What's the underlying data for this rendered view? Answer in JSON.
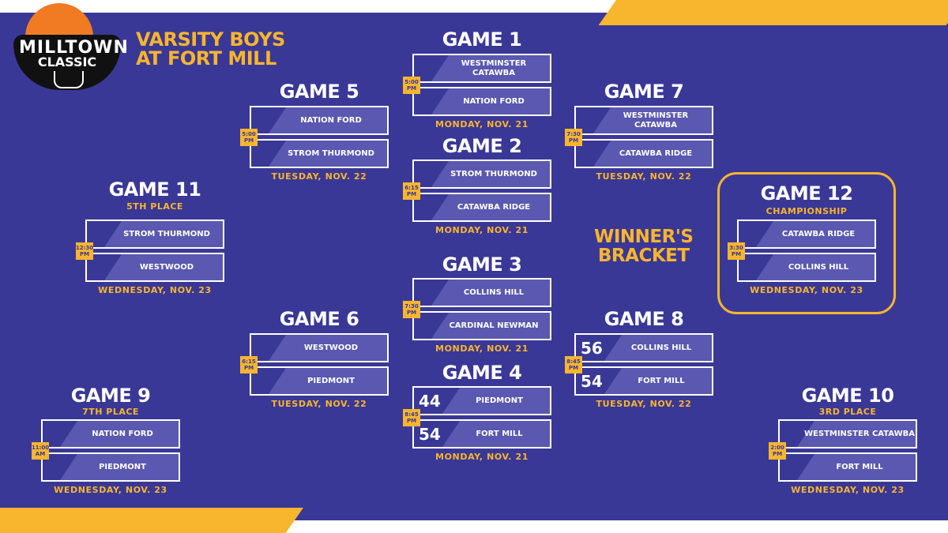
{
  "logo": {
    "line1": "MILLTOWN",
    "line2": "CLASSIC"
  },
  "title": {
    "line1": "VARSITY BOYS",
    "line2": "AT FORT MILL"
  },
  "winners_bracket": {
    "line1": "WINNER'S",
    "line2": "BRACKET"
  },
  "games": [
    {
      "title": "GAME 1",
      "subtitle": "",
      "time": [
        "5:00",
        "PM"
      ],
      "date": "MONDAY, NOV. 21",
      "teams": [
        {
          "name": "WESTMINSTER CATAWBA",
          "score": ""
        },
        {
          "name": "NATION FORD",
          "score": ""
        }
      ]
    },
    {
      "title": "GAME 2",
      "subtitle": "",
      "time": [
        "6:15",
        "PM"
      ],
      "date": "MONDAY, NOV. 21",
      "teams": [
        {
          "name": "STROM THURMOND",
          "score": ""
        },
        {
          "name": "CATAWBA RIDGE",
          "score": ""
        }
      ]
    },
    {
      "title": "GAME 3",
      "subtitle": "",
      "time": [
        "7:30",
        "PM"
      ],
      "date": "MONDAY, NOV. 21",
      "teams": [
        {
          "name": "COLLINS HILL",
          "score": ""
        },
        {
          "name": "CARDINAL NEWMAN",
          "score": ""
        }
      ]
    },
    {
      "title": "GAME 4",
      "subtitle": "",
      "time": [
        "8:45",
        "PM"
      ],
      "date": "MONDAY, NOV. 21",
      "teams": [
        {
          "name": "PIEDMONT",
          "score": "44"
        },
        {
          "name": "FORT MILL",
          "score": "54"
        }
      ]
    },
    {
      "title": "GAME 5",
      "subtitle": "",
      "time": [
        "5:00",
        "PM"
      ],
      "date": "TUESDAY, NOV. 22",
      "teams": [
        {
          "name": "NATION FORD",
          "score": ""
        },
        {
          "name": "STROM THURMOND",
          "score": ""
        }
      ]
    },
    {
      "title": "GAME 6",
      "subtitle": "",
      "time": [
        "6:15",
        "PM"
      ],
      "date": "TUESDAY, NOV. 22",
      "teams": [
        {
          "name": "WESTWOOD",
          "score": ""
        },
        {
          "name": "PIEDMONT",
          "score": ""
        }
      ]
    },
    {
      "title": "GAME 7",
      "subtitle": "",
      "time": [
        "7:30",
        "PM"
      ],
      "date": "TUESDAY, NOV. 22",
      "teams": [
        {
          "name": "WESTMINSTER CATAWBA",
          "score": ""
        },
        {
          "name": "CATAWBA RIDGE",
          "score": ""
        }
      ]
    },
    {
      "title": "GAME 8",
      "subtitle": "",
      "time": [
        "8:45",
        "PM"
      ],
      "date": "TUESDAY, NOV. 22",
      "teams": [
        {
          "name": "COLLINS HILL",
          "score": "56"
        },
        {
          "name": "FORT MILL",
          "score": "54"
        }
      ]
    },
    {
      "title": "GAME 9",
      "subtitle": "7TH PLACE",
      "time": [
        "11:00",
        "AM"
      ],
      "date": "WEDNESDAY, NOV. 23",
      "teams": [
        {
          "name": "NATION FORD",
          "score": ""
        },
        {
          "name": "PIEDMONT",
          "score": ""
        }
      ]
    },
    {
      "title": "GAME 10",
      "subtitle": "3RD PLACE",
      "time": [
        "2:00",
        "PM"
      ],
      "date": "WEDNESDAY, NOV. 23",
      "teams": [
        {
          "name": "WESTMINSTER CATAWBA",
          "score": ""
        },
        {
          "name": "FORT MILL",
          "score": ""
        }
      ]
    },
    {
      "title": "GAME 11",
      "subtitle": "5TH PLACE",
      "time": [
        "12:30",
        "PM"
      ],
      "date": "WEDNESDAY, NOV. 23",
      "teams": [
        {
          "name": "STROM THURMOND",
          "score": ""
        },
        {
          "name": "WESTWOOD",
          "score": ""
        }
      ]
    },
    {
      "title": "GAME 12",
      "subtitle": "CHAMPIONSHIP",
      "time": [
        "3:30",
        "PM"
      ],
      "date": "WEDNESDAY, NOV. 23",
      "teams": [
        {
          "name": "CATAWBA RIDGE",
          "score": ""
        },
        {
          "name": "COLLINS HILL",
          "score": ""
        }
      ]
    }
  ],
  "colors": {
    "background": "#3a3896",
    "accent": "#f8b52e",
    "slot_fill": "#5a58b0",
    "text": "#ffffff",
    "logo_orange": "#f07b23"
  }
}
